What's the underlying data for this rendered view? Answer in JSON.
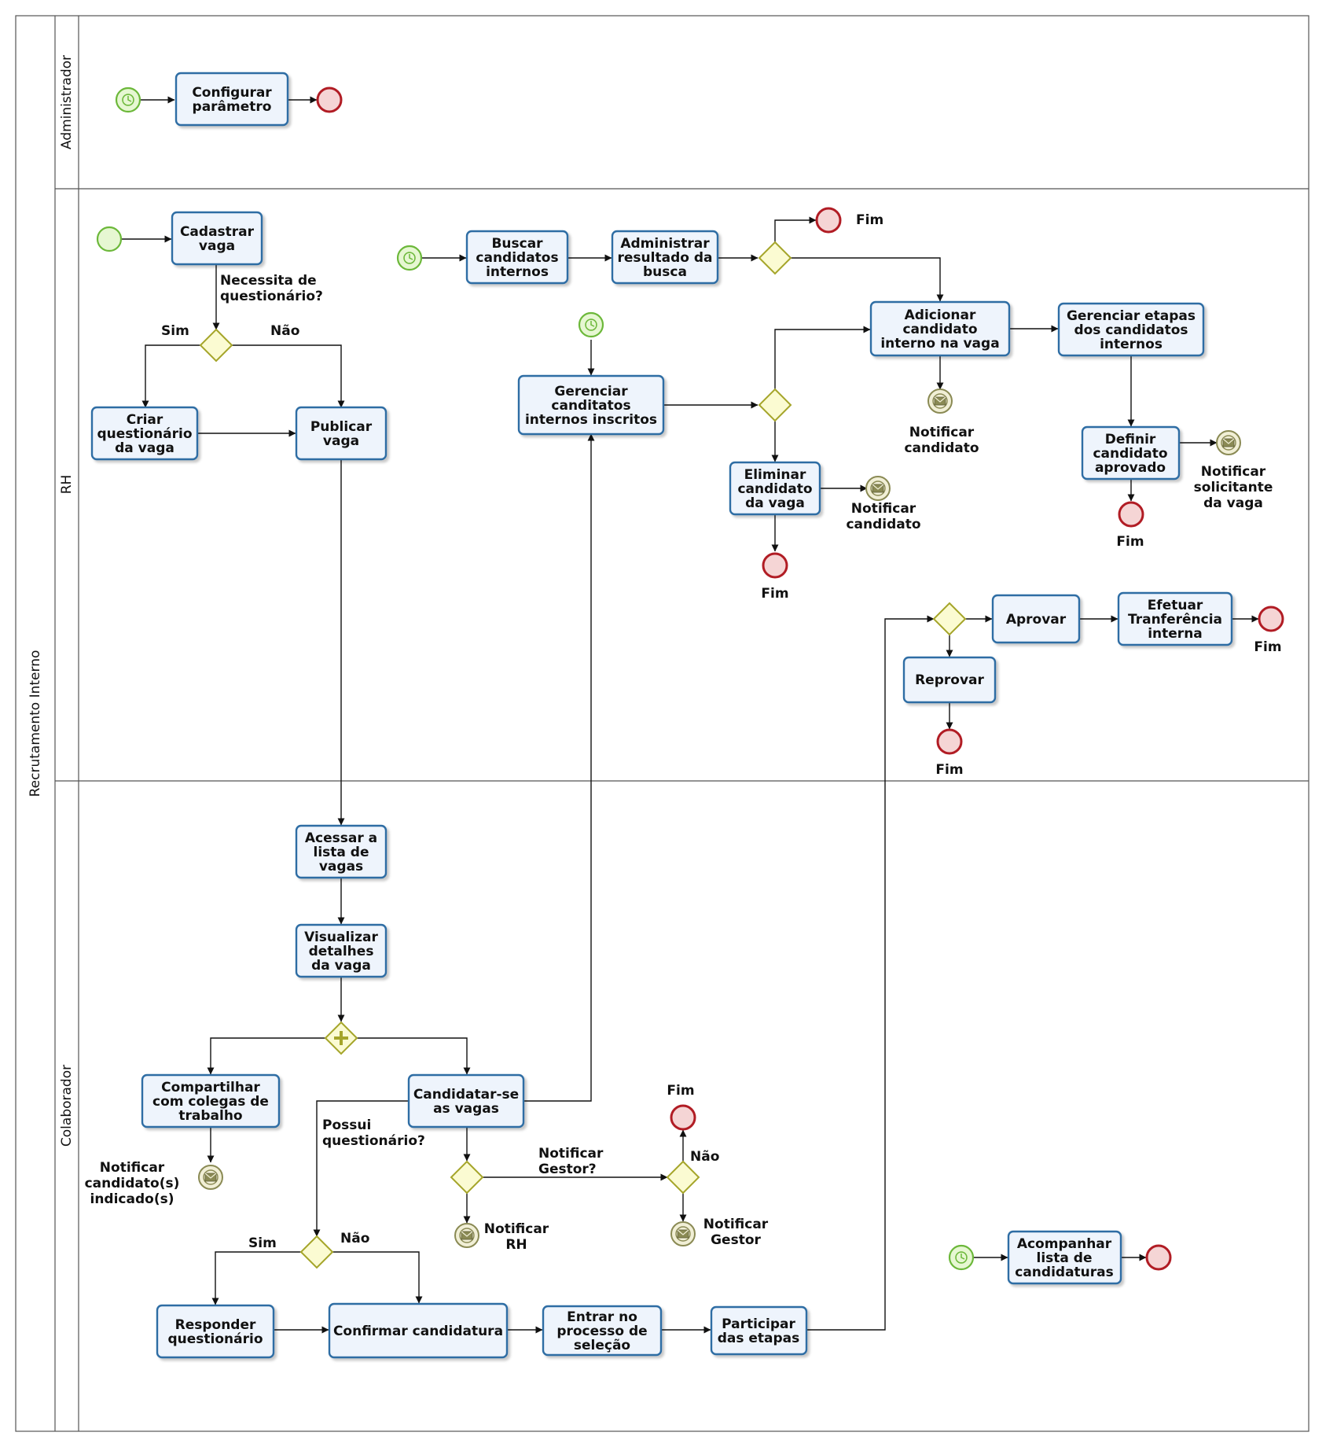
{
  "pool": {
    "title": "Recrutamento Interno"
  },
  "lanes": {
    "admin": "Administrador",
    "rh": "RH",
    "colab": "Colaborador"
  },
  "tasks": {
    "configurar": [
      "Configurar",
      "parâmetro"
    ],
    "cadastrar": [
      "Cadastrar",
      "vaga"
    ],
    "criar_questionario": [
      "Criar",
      "questionário",
      "da vaga"
    ],
    "publicar": [
      "Publicar",
      "vaga"
    ],
    "buscar": [
      "Buscar",
      "candidatos",
      "internos"
    ],
    "administrar": [
      "Administrar",
      "resultado da",
      "busca"
    ],
    "gerenciar_inscritos": [
      "Gerenciar",
      "canditatos",
      "internos inscritos"
    ],
    "adicionar": [
      "Adicionar",
      "candidato",
      "interno na vaga"
    ],
    "gerenciar_etapas": [
      "Gerenciar etapas",
      "dos candidatos",
      "internos"
    ],
    "definir": [
      "Definir",
      "candidato",
      "aprovado"
    ],
    "eliminar": [
      "Eliminar",
      "candidato",
      "da vaga"
    ],
    "aprovar": [
      "Aprovar"
    ],
    "efetuar": [
      "Efetuar",
      "Tranferência",
      "interna"
    ],
    "reprovar": [
      "Reprovar"
    ],
    "acessar": [
      "Acessar a",
      "lista de",
      "vagas"
    ],
    "visualizar": [
      "Visualizar",
      "detalhes",
      "da vaga"
    ],
    "compartilhar": [
      "Compartilhar",
      "com colegas de",
      "trabalho"
    ],
    "candidatar": [
      "Candidatar-se",
      "as vagas"
    ],
    "responder": [
      "Responder",
      "questionário"
    ],
    "confirmar": [
      "Confirmar candidatura"
    ],
    "entrar": [
      "Entrar no",
      "processo de",
      "seleção"
    ],
    "participar": [
      "Participar",
      "das etapas"
    ],
    "acompanhar": [
      "Acompanhar",
      "lista de",
      "candidaturas"
    ]
  },
  "labels": {
    "necessita": [
      "Necessita de",
      "questionário?"
    ],
    "sim": "Sim",
    "nao": "Não",
    "fim": "Fim",
    "notificar_candidato": [
      "Notificar",
      "candidato"
    ],
    "notificar_solicitante": [
      "Notificar",
      "solicitante",
      "da vaga"
    ],
    "notificar_indicados": [
      "Notificar",
      "candidato(s)",
      "indicado(s)"
    ],
    "possui": [
      "Possui",
      "questionário?"
    ],
    "notificar_gestor_q": [
      "Notificar",
      "Gestor?"
    ],
    "notificar_rh": [
      "Notificar",
      "RH"
    ],
    "notificar_gestor": [
      "Notificar",
      "Gestor"
    ]
  },
  "colors": {
    "task_fill": "#eef4fc",
    "task_stroke": "#2e6da4",
    "gateway_fill": "#fbfbd2",
    "gateway_stroke": "#a5a52a",
    "start_stroke": "#6cb83a",
    "end_stroke": "#b11c24",
    "message_stroke": "#8a8a54"
  }
}
